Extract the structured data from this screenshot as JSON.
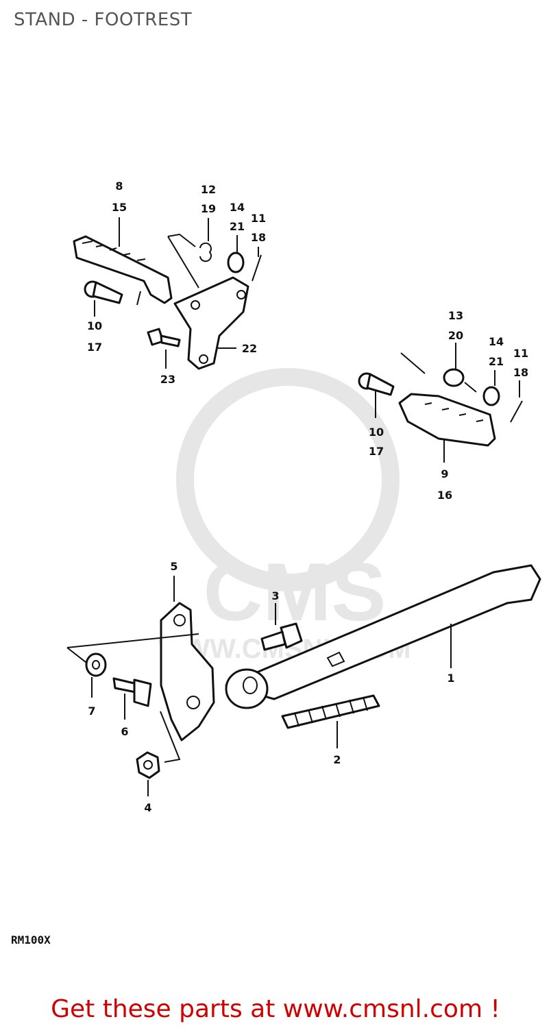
{
  "page": {
    "title": "STAND - FOOTREST",
    "model": "RM100X",
    "footer": "Get these parts at www.cmsnl.com !"
  },
  "watermark": {
    "logo_text": "CMS",
    "url_text": "WWW.CMSNL.COM",
    "color": "#e6e6e6"
  },
  "colors": {
    "line": "#111111",
    "title": "#555555",
    "footer": "#d10000"
  },
  "callouts": {
    "p8": "8",
    "p15": "15",
    "p12": "12",
    "p19": "19",
    "p14a": "14",
    "p21a": "21",
    "p11a": "11",
    "p18a": "18",
    "p10a": "10",
    "p17a": "17",
    "p23": "23",
    "p22": "22",
    "p13": "13",
    "p20": "20",
    "p14b": "14",
    "p21b": "21",
    "p11b": "11",
    "p18b": "18",
    "p10b": "10",
    "p17b": "17",
    "p9": "9",
    "p16": "16",
    "p5": "5",
    "p3": "3",
    "p1": "1",
    "p7": "7",
    "p6": "6",
    "p2": "2",
    "p4": "4"
  }
}
